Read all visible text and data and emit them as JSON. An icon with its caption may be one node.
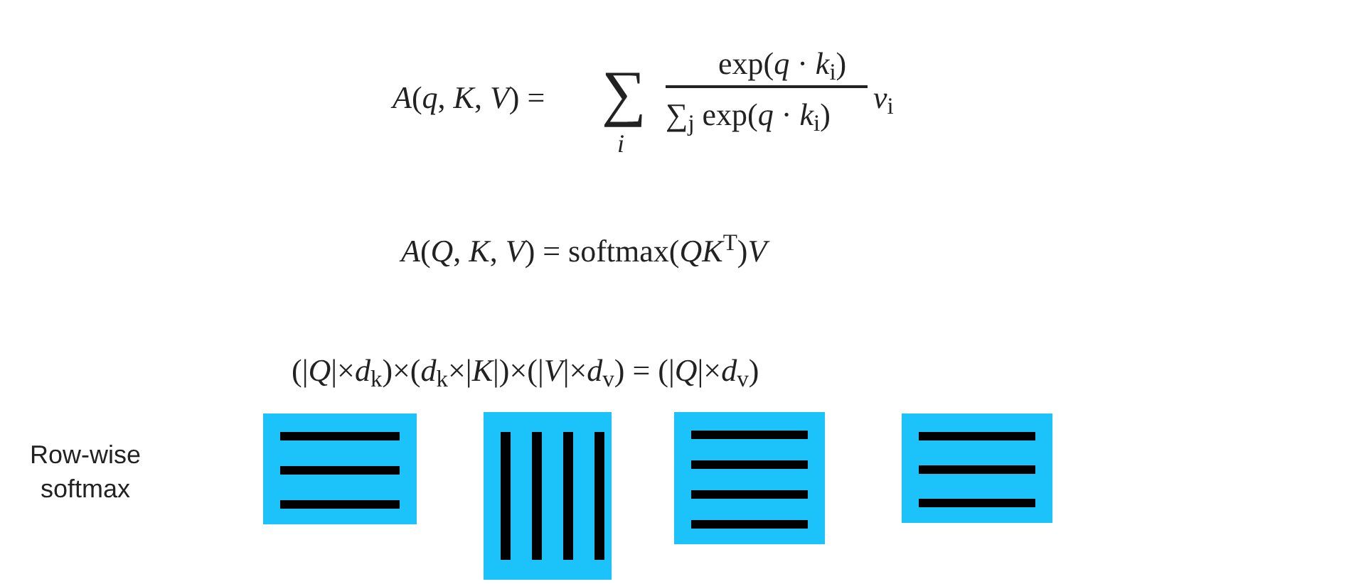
{
  "diagram": {
    "labels": [
      "*A*(*q*, *K*, *V*) =",
      "∑",
      "*i*",
      "exp(*q* · *k*$_{i}$)",
      "∑$_{j}$ exp(*q* · *k*$_{i}$)",
      "*v*$_{i}$",
      "*A*(*Q*, *K*, *V*) = softmax(*QK*$^{T}$)*V*",
      "(|*Q*|×*d*$_{k}$)×(*d*$_{k}$×|*K*|)×(|*V*|×*d*$_{v}$) = (|*Q*|×*d*$_{v}$)",
      "Row-wise softmax"
    ]
  }
}
